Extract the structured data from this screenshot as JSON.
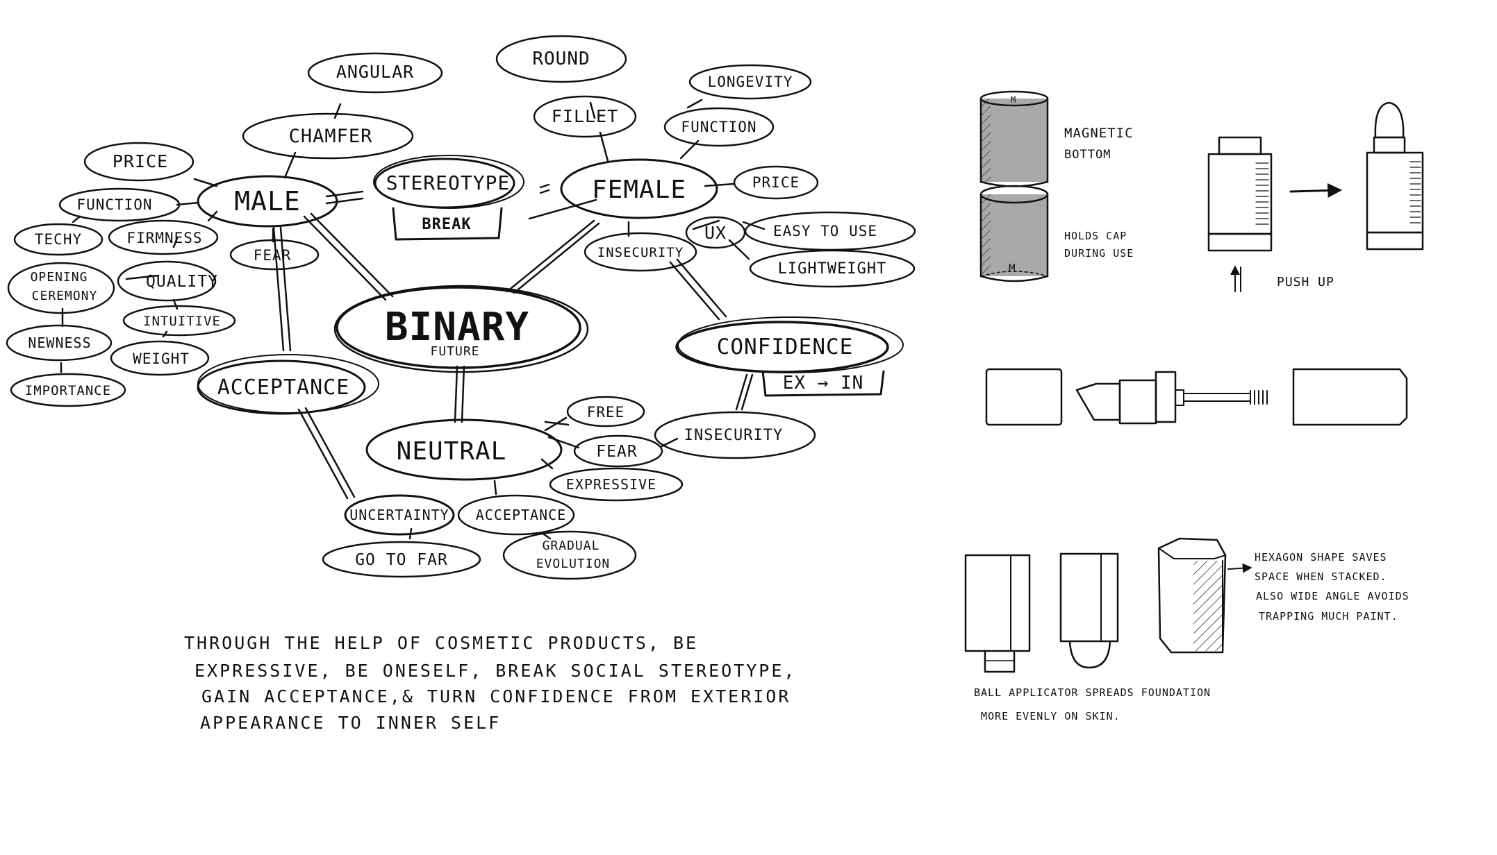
{
  "mindmap": {
    "center": {
      "title": "BINARY",
      "subtitle": "FUTURE"
    },
    "nodes": [
      {
        "id": "angular",
        "label": "ANGULAR"
      },
      {
        "id": "chamfer",
        "label": "CHAMFER"
      },
      {
        "id": "price_l",
        "label": "PRICE"
      },
      {
        "id": "male",
        "label": "MALE"
      },
      {
        "id": "function_l",
        "label": "FUNCTION"
      },
      {
        "id": "techy",
        "label": "TECHY"
      },
      {
        "id": "firmness",
        "label": "FIRMNESS"
      },
      {
        "id": "fear_l",
        "label": "FEAR"
      },
      {
        "id": "opening",
        "label": "OPENING CEREMONY"
      },
      {
        "id": "quality",
        "label": "QUALITY"
      },
      {
        "id": "intuitive",
        "label": "INTUITIVE"
      },
      {
        "id": "newness",
        "label": "NEWNESS"
      },
      {
        "id": "weight",
        "label": "WEIGHT"
      },
      {
        "id": "importance",
        "label": "IMPORTANCE"
      },
      {
        "id": "acceptance_l",
        "label": "ACCEPTANCE"
      },
      {
        "id": "stereotype",
        "label": "STEREOTYPE"
      },
      {
        "id": "round",
        "label": "ROUND"
      },
      {
        "id": "fillet",
        "label": "FILLET"
      },
      {
        "id": "longevity",
        "label": "LONGEVITY"
      },
      {
        "id": "function_r",
        "label": "FUNCTION"
      },
      {
        "id": "female",
        "label": "FEMALE"
      },
      {
        "id": "price_r",
        "label": "PRICE"
      },
      {
        "id": "insecurity_t",
        "label": "INSECURITY"
      },
      {
        "id": "ux",
        "label": "UX"
      },
      {
        "id": "easy",
        "label": "EASY TO USE"
      },
      {
        "id": "lightweight",
        "label": "LIGHTWEIGHT"
      },
      {
        "id": "confidence",
        "label": "CONFIDENCE"
      },
      {
        "id": "free",
        "label": "FREE"
      },
      {
        "id": "insecurity_b",
        "label": "INSECURITY"
      },
      {
        "id": "neutral",
        "label": "NEUTRAL"
      },
      {
        "id": "fear_r",
        "label": "FEAR"
      },
      {
        "id": "expressive",
        "label": "EXPRESSIVE"
      },
      {
        "id": "uncertainty",
        "label": "UNCERTAINTY"
      },
      {
        "id": "acceptance_b",
        "label": "ACCEPTANCE"
      },
      {
        "id": "gotofar",
        "label": "GO TO FAR"
      },
      {
        "id": "gradual",
        "label": "GRADUAL EVOLUTION"
      }
    ],
    "tags": {
      "break": "BREAK",
      "ex_in": "EX → IN"
    }
  },
  "statement": [
    "THROUGH THE HELP OF COSMETIC PRODUCTS, BE",
    "EXPRESSIVE, BE ONESELF, BREAK SOCIAL STEREOTYPE,",
    "GAIN ACCEPTANCE,& TURN CONFIDENCE FROM EXTERIOR",
    "APPEARANCE TO INNER SELF"
  ],
  "sketches": {
    "magnet_label": [
      "MAGNETIC",
      "BOTTOM"
    ],
    "cap_label": [
      "HOLDS CAP",
      "DURING USE"
    ],
    "cap_mark": "M",
    "push_up": "PUSH UP",
    "hexagon_note": [
      "HEXAGON SHAPE SAVES",
      "SPACE WHEN STACKED.",
      "ALSO WIDE ANGLE AVOIDS",
      "TRAPPING MUCH PAINT."
    ],
    "ball_note": [
      "BALL APPLICATOR SPREADS FOUNDATION",
      "MORE EVENLY ON SKIN."
    ]
  },
  "colors": {
    "ink": "#111111",
    "body_gray": "#a9a9a9",
    "lipstick_red": "#7e1f22",
    "hatch": "#555555"
  }
}
